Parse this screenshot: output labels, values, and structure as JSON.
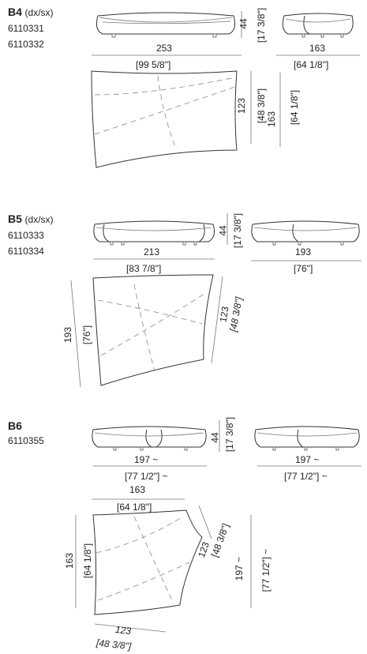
{
  "sections": [
    {
      "title": "B4",
      "variant": "(dx/sx)",
      "codes": [
        "6110331",
        "6110332"
      ],
      "side_view": {
        "length_cm": "253",
        "length_in": "[99 5/8\"]",
        "height_cm": "44",
        "height_in": "[17 3/8\"]"
      },
      "end_view": {
        "width_cm": "163",
        "width_in": "[64 1/8\"]"
      },
      "plan_view": {
        "depth_cm": "123",
        "depth_in": "[48 3/8\"]",
        "width_cm": "163",
        "width_in": "[64 1/8\"]"
      }
    },
    {
      "title": "B5",
      "variant": "(dx/sx)",
      "codes": [
        "6110333",
        "6110334"
      ],
      "side_view": {
        "length_cm": "213",
        "length_in": "[83 7/8\"]",
        "height_cm": "44",
        "height_in": "[17 3/8\"]"
      },
      "end_view": {
        "width_cm": "193",
        "width_in": "[76\"]"
      },
      "plan_view": {
        "left_cm": "193",
        "left_in": "[76\"]",
        "right_cm": "123",
        "right_in": "[48 3/8\"]"
      }
    },
    {
      "title": "B6",
      "variant": "",
      "codes": [
        "6110355"
      ],
      "side_view": {
        "length_cm": "197 ~",
        "length_in": "[77 1/2\"] ~",
        "height_cm": "44",
        "height_in": "[17 3/8\"]"
      },
      "end_view": {
        "width_cm": "197 ~",
        "width_in": "[77 1/2\"] ~"
      },
      "plan_view": {
        "top_cm": "163",
        "top_in": "[64 1/8\"]",
        "left_cm": "163",
        "left_in": "[64 1/8\"]",
        "diag_cm": "123",
        "diag_in": "[48 3/8\"]",
        "right_cm": "197 ~",
        "right_in": "[77 1/2\"] ~",
        "bottom_cm": "123",
        "bottom_in": "[48 3/8\"]"
      }
    }
  ],
  "colors": {
    "line": "#333333",
    "dash": "#888888",
    "text": "#222222"
  }
}
